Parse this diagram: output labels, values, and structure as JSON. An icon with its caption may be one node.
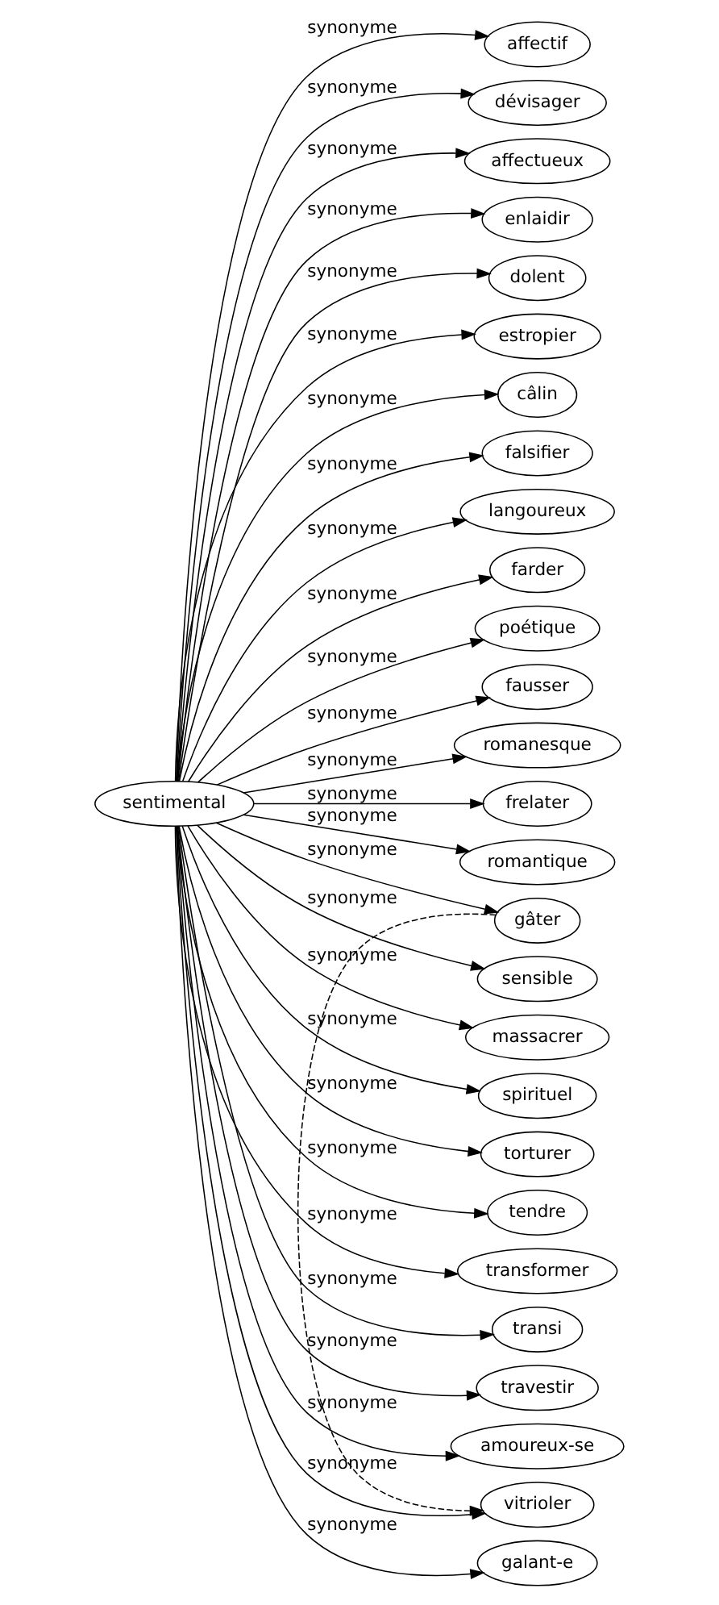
{
  "diagram": {
    "nodes": [
      {
        "text": [
          "sentimental"
        ]
      },
      {
        "text": [
          "affectif"
        ]
      },
      {
        "text": [
          "dévisager"
        ]
      },
      {
        "text": [
          "affectueux"
        ]
      },
      {
        "text": [
          "enlaidir"
        ]
      },
      {
        "text": [
          "dolent"
        ]
      },
      {
        "text": [
          "estropier"
        ]
      },
      {
        "text": [
          "câlin"
        ]
      },
      {
        "text": [
          "falsifier"
        ]
      },
      {
        "text": [
          "langoureux"
        ]
      },
      {
        "text": [
          "farder"
        ]
      },
      {
        "text": [
          "poétique"
        ]
      },
      {
        "text": [
          "fausser"
        ]
      },
      {
        "text": [
          "romanesque"
        ]
      },
      {
        "text": [
          "frelater"
        ]
      },
      {
        "text": [
          "romantique"
        ]
      },
      {
        "text": [
          "gâter"
        ]
      },
      {
        "text": [
          "sensible"
        ]
      },
      {
        "text": [
          "massacrer"
        ]
      },
      {
        "text": [
          "spirituel"
        ]
      },
      {
        "text": [
          "torturer"
        ]
      },
      {
        "text": [
          "tendre"
        ]
      },
      {
        "text": [
          "transformer"
        ]
      },
      {
        "text": [
          "transi"
        ]
      },
      {
        "text": [
          "travestir"
        ]
      },
      {
        "text": [
          "amoureux-se"
        ]
      },
      {
        "text": [
          "vitrioler"
        ]
      },
      {
        "text": [
          "galant-e"
        ]
      }
    ],
    "edges": [
      {
        "from": 0,
        "to": 1,
        "arrow": "to",
        "label": "synonyme"
      },
      {
        "from": 0,
        "to": 2,
        "arrow": "to",
        "label": "synonyme"
      },
      {
        "from": 0,
        "to": 3,
        "arrow": "to",
        "label": "synonyme"
      },
      {
        "from": 0,
        "to": 4,
        "arrow": "to",
        "label": "synonyme"
      },
      {
        "from": 0,
        "to": 5,
        "arrow": "to",
        "label": "synonyme"
      },
      {
        "from": 0,
        "to": 6,
        "arrow": "to",
        "label": "synonyme"
      },
      {
        "from": 0,
        "to": 7,
        "arrow": "to",
        "label": "synonyme"
      },
      {
        "from": 0,
        "to": 8,
        "arrow": "to",
        "label": "synonyme"
      },
      {
        "from": 0,
        "to": 9,
        "arrow": "to",
        "label": "synonyme"
      },
      {
        "from": 0,
        "to": 10,
        "arrow": "to",
        "label": "synonyme"
      },
      {
        "from": 0,
        "to": 11,
        "arrow": "to",
        "label": "synonyme"
      },
      {
        "from": 0,
        "to": 12,
        "arrow": "to",
        "label": "synonyme"
      },
      {
        "from": 0,
        "to": 13,
        "arrow": "to",
        "label": "synonyme"
      },
      {
        "from": 0,
        "to": 14,
        "arrow": "to",
        "label": "synonyme"
      },
      {
        "from": 0,
        "to": 15,
        "arrow": "to",
        "label": "synonyme"
      },
      {
        "from": 0,
        "to": 16,
        "arrow": "to",
        "label": "synonyme"
      },
      {
        "from": 0,
        "to": 17,
        "arrow": "to",
        "label": "synonyme"
      },
      {
        "from": 0,
        "to": 18,
        "arrow": "to",
        "label": "synonyme"
      },
      {
        "from": 0,
        "to": 19,
        "arrow": "to",
        "label": "synonyme"
      },
      {
        "from": 0,
        "to": 20,
        "arrow": "to",
        "label": "synonyme"
      },
      {
        "from": 0,
        "to": 21,
        "arrow": "to",
        "label": "synonyme"
      },
      {
        "from": 0,
        "to": 22,
        "arrow": "to",
        "label": "synonyme"
      },
      {
        "from": 0,
        "to": 23,
        "arrow": "to",
        "label": "synonyme"
      },
      {
        "from": 0,
        "to": 24,
        "arrow": "to",
        "label": "synonyme"
      },
      {
        "from": 0,
        "to": 25,
        "arrow": "to",
        "label": "synonyme"
      },
      {
        "from": 0,
        "to": 26,
        "arrow": "to",
        "label": "synonyme"
      },
      {
        "from": 0,
        "to": 27,
        "arrow": "to",
        "label": "synonyme"
      },
      {
        "from": 16,
        "to": 26,
        "arrow": "to",
        "style": "dashed"
      }
    ]
  }
}
